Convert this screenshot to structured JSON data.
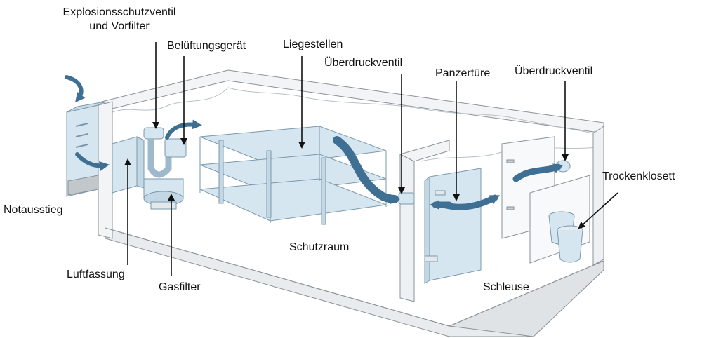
{
  "labels": {
    "explosion_valve": "Explosionsschutzventil\nund Vorfilter",
    "ventilation_unit": "Belüftungsgerät",
    "bunks": "Liegestellen",
    "overpressure_valve_1": "Überdruckventil",
    "armored_door": "Panzertüre",
    "overpressure_valve_2": "Überdruckventil",
    "dry_toilet": "Trockenklosett",
    "emergency_exit": "Notausstieg",
    "air_intake": "Luftfassung",
    "gas_filter": "Gasfilter",
    "shelter_room": "Schutzraum",
    "airlock": "Schleuse"
  },
  "colors": {
    "wall_fill": "#f2f4f5",
    "wall_edge": "#8a9297",
    "glass_fill": "#d6e6f0",
    "glass_edge": "#7a98ad",
    "airflow_arrow": "#3f6f93",
    "leader_line": "#111111"
  }
}
